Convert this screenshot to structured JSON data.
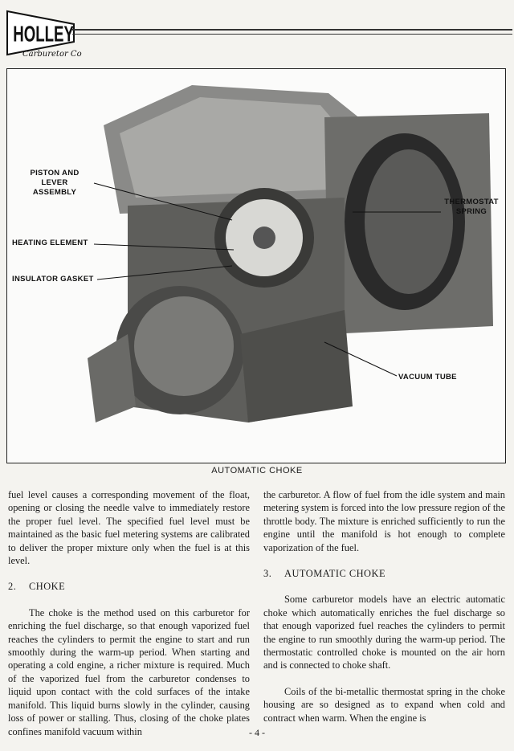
{
  "header": {
    "logo_text": "HOLLEY",
    "logo_subtext": "Carburetor Co."
  },
  "figure": {
    "caption": "AUTOMATIC CHOKE",
    "labels": {
      "piston": "PISTON AND LEVER ASSEMBLY",
      "heating": "HEATING ELEMENT",
      "gasket": "INSULATOR GASKET",
      "thermostat": "THERMOSTAT SPRING",
      "vacuum": "VACUUM TUBE"
    }
  },
  "left_column": {
    "p1": "fuel level causes a corresponding movement of the float, opening or closing the needle valve to immediately restore the proper fuel level. The specified fuel level must be maintained as the basic fuel metering systems are calibrated to deliver the proper mixture only when the fuel is at this level.",
    "section_number": "2.",
    "section_title": "CHOKE",
    "p2": "The choke is the method used on this carburetor for enriching the fuel discharge, so that enough vaporized fuel reaches the cylinders to permit the engine to start and run smoothly during the warm-up period. When starting and operating a cold engine, a richer mixture is required. Much of the vaporized fuel from the carburetor condenses to liquid upon contact with the cold surfaces of the intake manifold. This liquid burns slowly in the cylinder, causing loss of power or stalling. Thus, closing of the choke plates confines manifold vacuum within"
  },
  "right_column": {
    "p1": "the carburetor. A flow of fuel from the idle system and main metering system is forced into the low pressure region of the throttle body. The mixture is enriched sufficiently to run the engine until the manifold is hot enough to complete vaporization of the fuel.",
    "section_number": "3.",
    "section_title": "AUTOMATIC CHOKE",
    "p2": "Some carburetor models have an electric automatic choke which automatically enriches the fuel discharge so that enough vaporized fuel reaches the cylinders to permit the engine to run smoothly during the warm-up period. The thermostatic controlled choke is mounted on the air horn and is connected to choke shaft.",
    "p3": "Coils of the bi-metallic thermostat spring in the choke housing are so designed as to expand when cold and contract when warm. When the engine is"
  },
  "footer": {
    "page_number": "- 4 -"
  }
}
